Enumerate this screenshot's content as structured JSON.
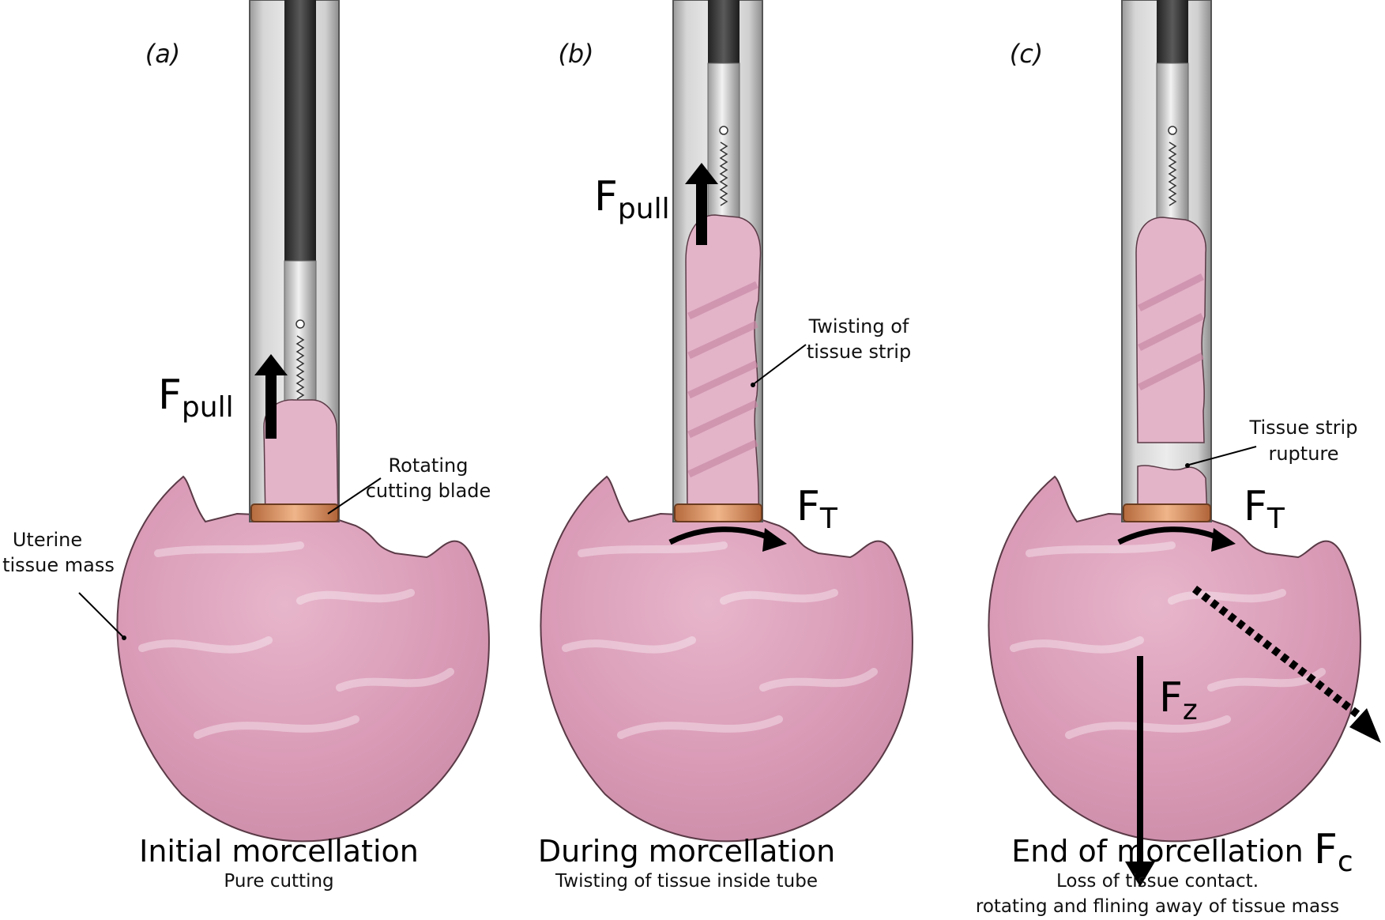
{
  "panels": [
    {
      "label": "(a)",
      "title": "Initial morcellation",
      "subtitle_lines": [
        "Pure cutting"
      ],
      "forces": [
        {
          "symbol": "F",
          "subscript": "pull"
        }
      ],
      "annotations": [
        {
          "lines": [
            "Rotating",
            "cutting blade"
          ]
        },
        {
          "lines": [
            "Uterine",
            "tissue mass"
          ]
        }
      ]
    },
    {
      "label": "(b)",
      "title": "During morcellation",
      "subtitle_lines": [
        "Twisting of tissue inside tube"
      ],
      "forces": [
        {
          "symbol": "F",
          "subscript": "pull"
        },
        {
          "symbol": "F",
          "subscript": "T"
        }
      ],
      "annotations": [
        {
          "lines": [
            "Twisting of",
            "tissue strip"
          ]
        }
      ]
    },
    {
      "label": "(c)",
      "title": "End of morcellation",
      "subtitle_lines": [
        "Loss of tissue contact.",
        "rotating and flining away of tissue mass"
      ],
      "forces": [
        {
          "symbol": "F",
          "subscript": "T"
        },
        {
          "symbol": "F",
          "subscript": "z"
        },
        {
          "symbol": "F",
          "subscript": "c"
        }
      ],
      "annotations": [
        {
          "lines": [
            "Tissue strip",
            "rupture"
          ]
        }
      ]
    }
  ],
  "colors": {
    "tissue": "#d89ab5",
    "tissue_light": "#ebc3d4",
    "tissue_outline": "#5a3a46",
    "tube_outer": "#c9c9c9",
    "tube_inner": "#e4e4e4",
    "rod_dark": "#3a3a3a",
    "rod_light": "#d8d8d8",
    "blade": "#d99566",
    "arrow": "#000000"
  }
}
